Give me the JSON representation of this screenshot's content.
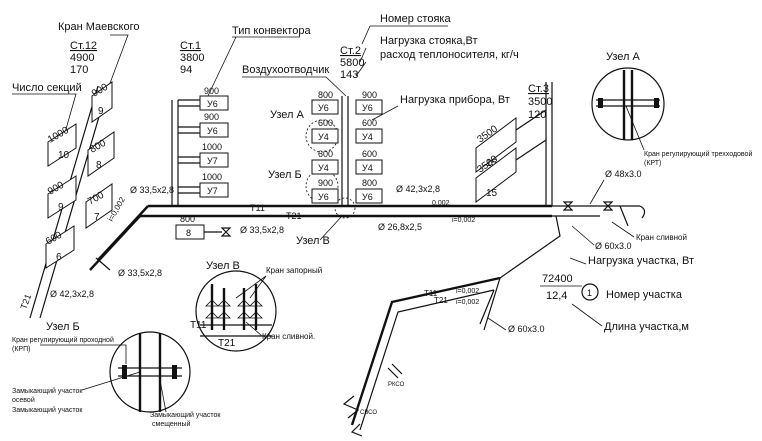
{
  "labels": {
    "kran_maevskogo": "Кран Маевского",
    "chislo_sekciy": "Число секций",
    "tip_konvektora": "Тип конвектора",
    "vozduhootvodchik": "Воздухоотводчик",
    "nomer_stoyaka": "Номер стояка",
    "nagruzka_stoyaka": "Нагрузка стояка,Вт",
    "rashod": "расход теплоносителя, кг/ч",
    "nagruzka_pribora": "Нагрузка прибора, Вт",
    "uzel_a_top": "Узел А",
    "uzel_a_mid": "Узел А",
    "uzel_b_mid": "Узел Б",
    "uzel_v_mid": "Узел В",
    "uzel_v": "Узел В",
    "uzel_b": "Узел Б",
    "kran_zapornyi": "Кран запорный",
    "kran_slivnoi": "Кран сливной.",
    "kran_slivnoi2": "Кран сливной",
    "krt1": "Кран регулирующий трехходовой",
    "krt2": "(КРТ)",
    "krp1": "Кран регулирующий проходной",
    "krp2": "(КРП)",
    "zam_os1": "Замыкающий участок",
    "zam_os2": "осевой",
    "zam_sm1": "Замыкающий участок",
    "zam_sm2": "смещенный",
    "nagruzka_uchastka": "Нагрузка участка, Вт",
    "nomer_uchastka": "Номер участка",
    "dlina_uchastka": "Длина участка,м",
    "rsko": "РКСО",
    "svso": "СВСО"
  },
  "risers": {
    "st12": {
      "name": "Ст.12",
      "load": "4900",
      "flow": "170"
    },
    "st1": {
      "name": "Ст.1",
      "load": "3800",
      "flow": "94"
    },
    "st2": {
      "name": "Ст.2",
      "load": "5800",
      "flow": "143"
    },
    "st3": {
      "name": "Ст.3",
      "load": "3500",
      "flow": "120"
    }
  },
  "st12_devices": [
    {
      "load": "900",
      "sections": "9"
    },
    {
      "load": "1000",
      "sections": "10"
    },
    {
      "load": "800",
      "sections": "8"
    },
    {
      "load": "900",
      "sections": "9"
    },
    {
      "load": "700",
      "sections": "7"
    },
    {
      "load": "600",
      "sections": "6"
    },
    {
      "load": "800",
      "sections": "8"
    }
  ],
  "st1_devices": [
    {
      "load": "900",
      "type": "У6"
    },
    {
      "load": "900",
      "type": "У6"
    },
    {
      "load": "1000",
      "type": "У7"
    },
    {
      "load": "1000",
      "type": "У7"
    }
  ],
  "st2_left": [
    {
      "load": "800",
      "type": "У6"
    },
    {
      "load": "600",
      "type": "У4"
    },
    {
      "load": "600",
      "type": "У4"
    },
    {
      "load": "900",
      "type": "У6"
    }
  ],
  "st2_right": [
    {
      "load": "900",
      "type": "У6"
    },
    {
      "load": "600",
      "type": "У4"
    },
    {
      "load": "600",
      "type": "У4"
    },
    {
      "load": "800",
      "type": "У6"
    }
  ],
  "st3_devices": [
    {
      "load": "3500",
      "sections": "15"
    },
    {
      "load": "3500",
      "sections": "15"
    }
  ],
  "pipes": {
    "d33a": "Ø 33,5x2,8",
    "d33b": "Ø 33,5x2,8",
    "d33c": "Ø 33,5x2,8",
    "d42a": "Ø 42,3x2,8",
    "d42b": "Ø 42,3x2,8",
    "d26": "Ø 26,8x2,5",
    "d48": "Ø 48x3.0",
    "d60a": "Ø 60x3.0",
    "d60b": "Ø 60x3.0",
    "t11a": "Т11",
    "t21a": "Т21",
    "t11b": "Т11",
    "t21b": "Т21",
    "t11c": "Т11",
    "t21c": "Т21",
    "t11d": "Т11",
    "t21d": "Т21",
    "slope1": "0.002",
    "slope2": "i=0,002",
    "slope3": "i=0,002",
    "slope4": "i=0,002",
    "slope5": "i=0,002"
  },
  "section": {
    "load": "72400",
    "length": "12,4",
    "number": "1"
  }
}
